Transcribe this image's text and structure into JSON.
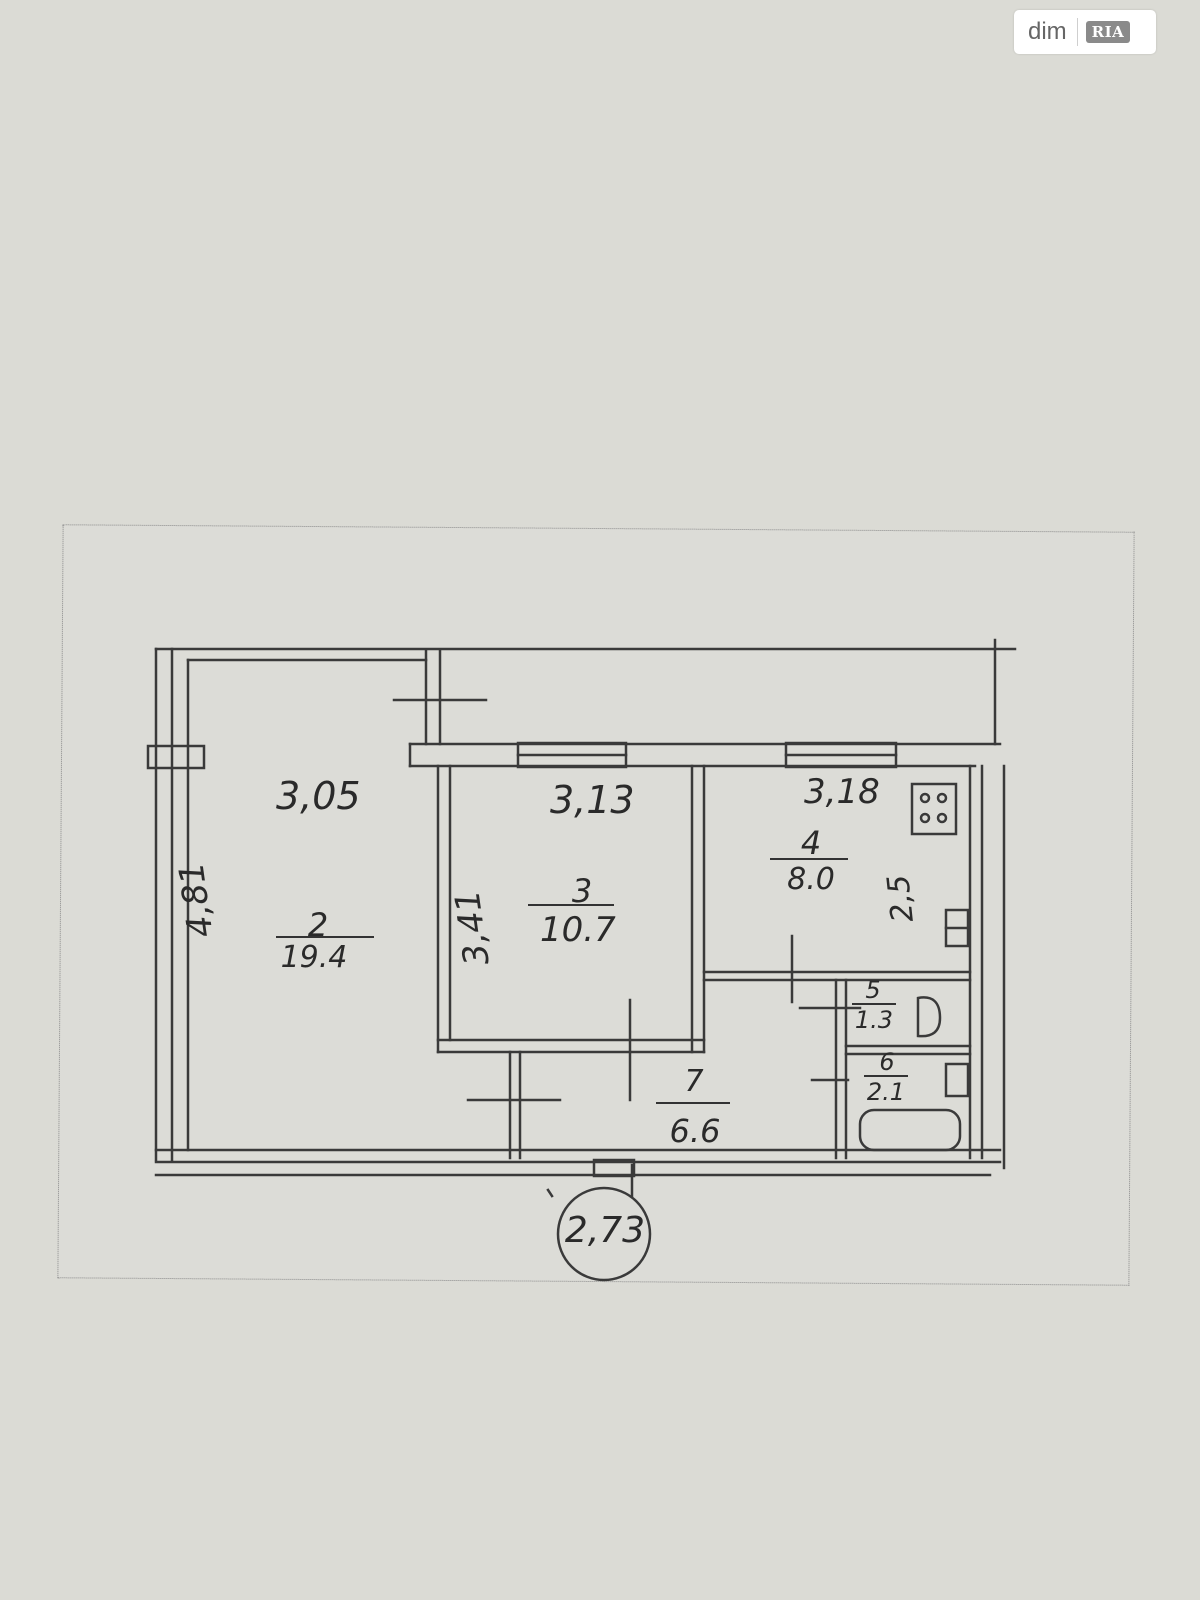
{
  "watermark": {
    "left_text": "dim",
    "right_text": "RIA"
  },
  "plan": {
    "rooms": [
      {
        "id": "2",
        "number": "2",
        "area": "19.4"
      },
      {
        "id": "3",
        "number": "3",
        "area": "10.7"
      },
      {
        "id": "4",
        "number": "4",
        "area": "8.0"
      },
      {
        "id": "5",
        "number": "5",
        "area": "1.3"
      },
      {
        "id": "6",
        "number": "6",
        "area": "2.1"
      },
      {
        "id": "7",
        "number": "7",
        "area": "6.6"
      }
    ],
    "dimensions": {
      "room2_width": "3,05",
      "room3_width": "3,13",
      "room4_width": "3,18",
      "room2_length": "4,81",
      "room3_length": "3,41",
      "kitchen_side": "2,5"
    },
    "ceiling_height": "2,73"
  },
  "colors": {
    "paper": "#dbdbd5",
    "ink": "#2a2a2a",
    "line": "#3a3a3a"
  }
}
